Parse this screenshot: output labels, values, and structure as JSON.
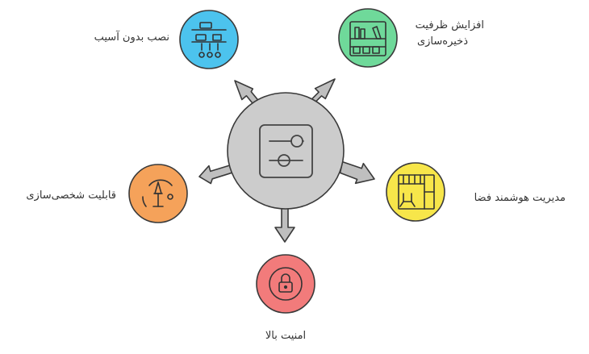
{
  "nodes": {
    "top_left": {
      "label": "نصب بدون آسیب",
      "icon": "shelf-hooks-icon",
      "color": "#4cc3ee"
    },
    "top_right": {
      "label_line1": "افزایش ظرفیت",
      "label_line2": "ذخیره‌سازی",
      "icon": "bookshelf-icon",
      "color": "#6fd99a"
    },
    "right": {
      "label": "مدیریت هوشمند فضا",
      "icon": "floor-plan-icon",
      "color": "#f7e64a"
    },
    "bottom": {
      "label": "امنیت بالا",
      "icon": "lock-icon",
      "color": "#f27b7b"
    },
    "left": {
      "label": "قابلیت شخصی‌سازی",
      "icon": "lamp-icon",
      "color": "#f5a25a"
    }
  },
  "hub": {
    "icon": "sliders-icon",
    "color": "#cccccc"
  }
}
